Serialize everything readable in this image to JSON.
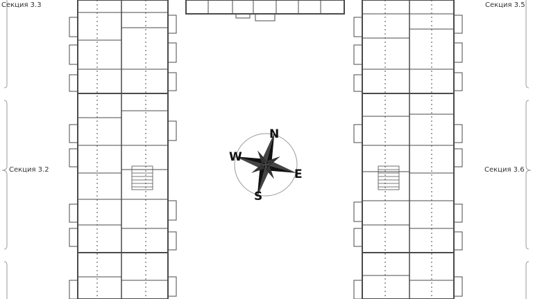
{
  "sections": {
    "s33": "Секция 3.3",
    "s35": "Секция 3.5",
    "s32": "Секция 3.2",
    "s36": "Секция 3.6"
  },
  "compass": {
    "north": "N",
    "east": "E",
    "south": "S",
    "west": "W"
  },
  "colors": {
    "line": "#4a4a4a",
    "bracket": "#9a9a9a"
  }
}
